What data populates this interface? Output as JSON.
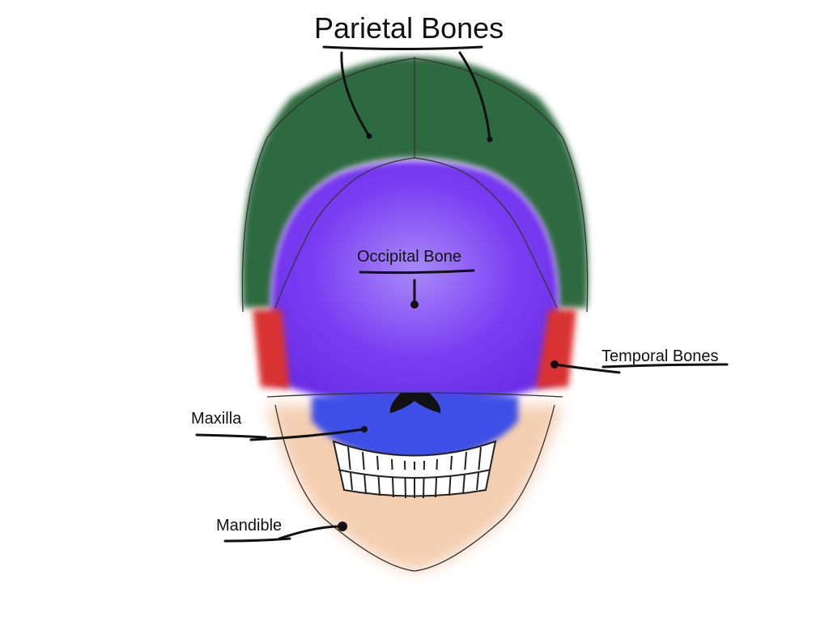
{
  "diagram": {
    "labels": {
      "parietal": "Parietal Bones",
      "occipital": "Occipital Bone",
      "temporal": "Temporal Bones",
      "maxilla": "Maxilla",
      "mandible": "Mandible"
    },
    "colors": {
      "parietal": "#2f6b3f",
      "occipital": "#7a3df2",
      "temporal": "#d93030",
      "maxilla": "#3d4fe6",
      "mandible": "#f3c9a8",
      "ink": "#111111"
    }
  }
}
